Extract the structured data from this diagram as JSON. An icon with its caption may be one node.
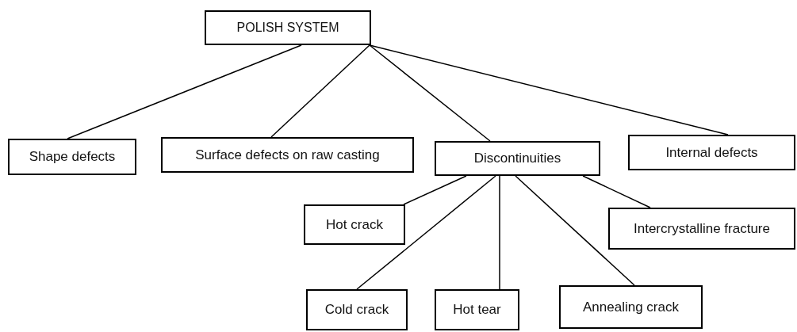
{
  "diagram": {
    "nodes": [
      {
        "text": [
          "POLISH SYSTEM"
        ]
      },
      {
        "text": [
          "Shape defects"
        ]
      },
      {
        "text": [
          "Surface defects on raw casting"
        ]
      },
      {
        "text": [
          "Discontinuities"
        ]
      },
      {
        "text": [
          "Internal defects"
        ]
      },
      {
        "text": [
          "Hot crack"
        ]
      },
      {
        "text": [
          "Intercrystalline fracture"
        ]
      },
      {
        "text": [
          "Cold crack"
        ]
      },
      {
        "text": [
          "Hot tear"
        ]
      },
      {
        "text": [
          "Annealing crack"
        ]
      }
    ],
    "edges": [
      {
        "from": 0,
        "to": 1,
        "arrow": "none"
      },
      {
        "from": 0,
        "to": 2,
        "arrow": "none"
      },
      {
        "from": 0,
        "to": 3,
        "arrow": "none"
      },
      {
        "from": 0,
        "to": 4,
        "arrow": "none"
      },
      {
        "from": 3,
        "to": 5,
        "arrow": "none"
      },
      {
        "from": 3,
        "to": 7,
        "arrow": "none"
      },
      {
        "from": 3,
        "to": 8,
        "arrow": "none"
      },
      {
        "from": 3,
        "to": 9,
        "arrow": "none"
      },
      {
        "from": 3,
        "to": 6,
        "arrow": "none"
      }
    ]
  }
}
